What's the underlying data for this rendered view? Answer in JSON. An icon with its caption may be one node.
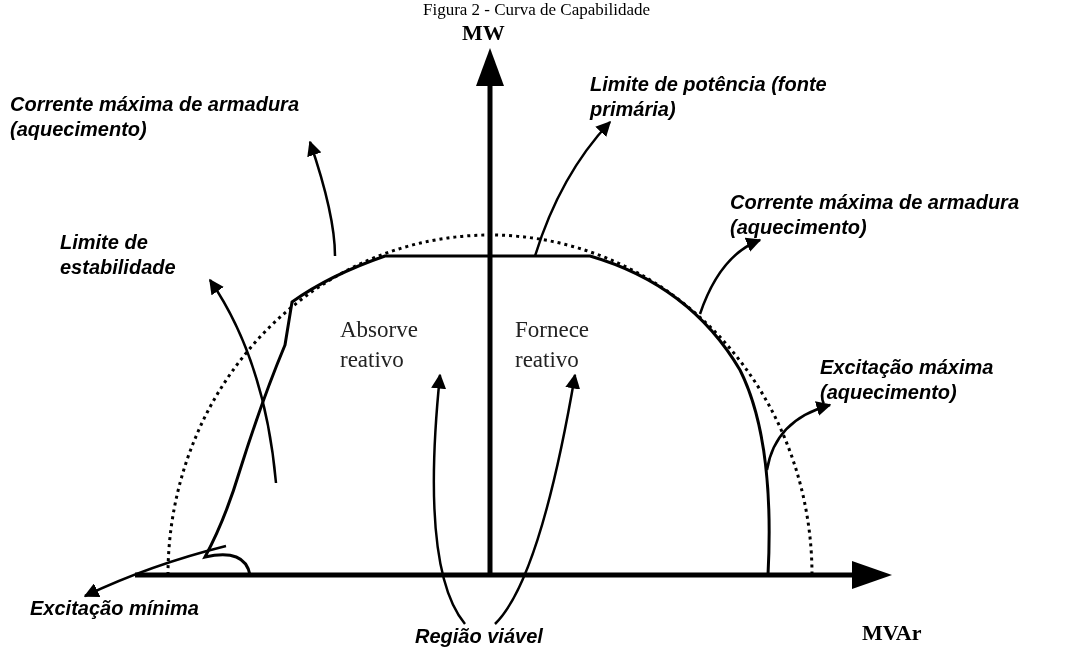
{
  "diagram": {
    "title": "Figura 2 - Curva de Capabilidade",
    "nodes": [
      {
        "text": [
          "Corrente máxima de armadura (aquecimento)"
        ]
      },
      {
        "text": [
          "Limite de potência (fonte primária)"
        ]
      },
      {
        "text": [
          "Corrente máxima de armadura (aquecimento)"
        ]
      },
      {
        "text": [
          "Limite de estabilidade"
        ]
      },
      {
        "text": [
          "Excitação máxima (aquecimento)"
        ]
      },
      {
        "text": [
          "Absorve reativo"
        ]
      },
      {
        "text": [
          "Fornece reativo"
        ]
      },
      {
        "text": [
          "Excitação mínima"
        ]
      },
      {
        "text": [
          "Região viável"
        ]
      }
    ],
    "edges": [
      {
        "from": null,
        "to": 0,
        "arrow": "to"
      },
      {
        "from": null,
        "to": 1,
        "arrow": "to"
      },
      {
        "from": null,
        "to": 2,
        "arrow": "to"
      },
      {
        "from": null,
        "to": 3,
        "arrow": "to"
      },
      {
        "from": null,
        "to": 4,
        "arrow": "to"
      },
      {
        "from": null,
        "to": 7,
        "arrow": "to"
      },
      {
        "from": 8,
        "to": 5,
        "arrow": "to"
      },
      {
        "from": 8,
        "to": 6,
        "arrow": "to"
      }
    ],
    "labels": [
      "MW",
      "MVAr"
    ]
  }
}
